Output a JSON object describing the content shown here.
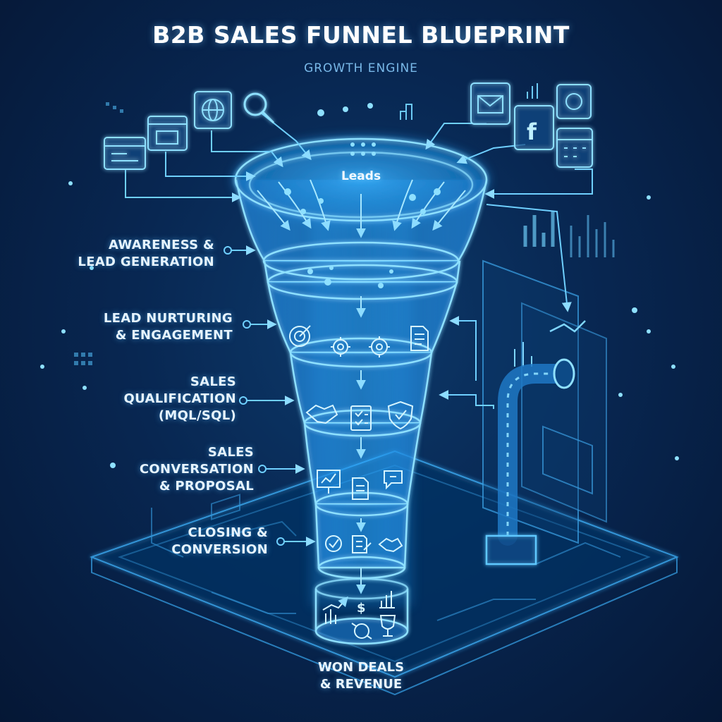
{
  "header": {
    "title": "B2B SALES FUNNEL BLUEPRINT",
    "subtitle": "GROWTH ENGINE"
  },
  "funnel": {
    "input_label": "Leads",
    "stages": [
      {
        "id": "awareness",
        "lines": [
          "AWARENESS &",
          "LEAD GENERATION"
        ],
        "icons": []
      },
      {
        "id": "nurturing",
        "lines": [
          "LEAD NURTURING",
          "& ENGAGEMENT"
        ],
        "icons": [
          "target-icon",
          "gear-icon",
          "settings-gear-icon",
          "document-icon"
        ]
      },
      {
        "id": "qualification",
        "lines": [
          "SALES",
          "QUALIFICATION",
          "(MQL/SQL)"
        ],
        "icons": [
          "handshake-icon",
          "checklist-icon",
          "shield-check-icon"
        ]
      },
      {
        "id": "conversation",
        "lines": [
          "SALES",
          "CONVERSATION",
          "& PROPOSAL"
        ],
        "icons": [
          "presentation-icon",
          "document-icon",
          "chat-bubbles-icon"
        ]
      },
      {
        "id": "closing",
        "lines": [
          "CLOSING &",
          "CONVERSION"
        ],
        "icons": [
          "check-circle-icon",
          "signed-contract-icon",
          "handshake-icon"
        ]
      }
    ],
    "output": {
      "lines": [
        "WON DEALS",
        "& REVENUE"
      ],
      "icons": [
        "growth-chart-icon",
        "dollar-icon",
        "bar-chart-icon",
        "money-cycle-icon",
        "trophy-icon"
      ]
    }
  },
  "channels": {
    "left": [
      "webpage-icon",
      "video-page-icon",
      "globe-icon",
      "search-icon"
    ],
    "right": [
      "email-icon",
      "facebook-icon",
      "chat-icon",
      "calendar-icon"
    ],
    "facebook_glyph": "f",
    "dollar_glyph": "$"
  },
  "colors": {
    "background": "#082752",
    "glow": "#4cc3ff",
    "line": "#6fd0ff",
    "text": "#e6f4ff"
  }
}
